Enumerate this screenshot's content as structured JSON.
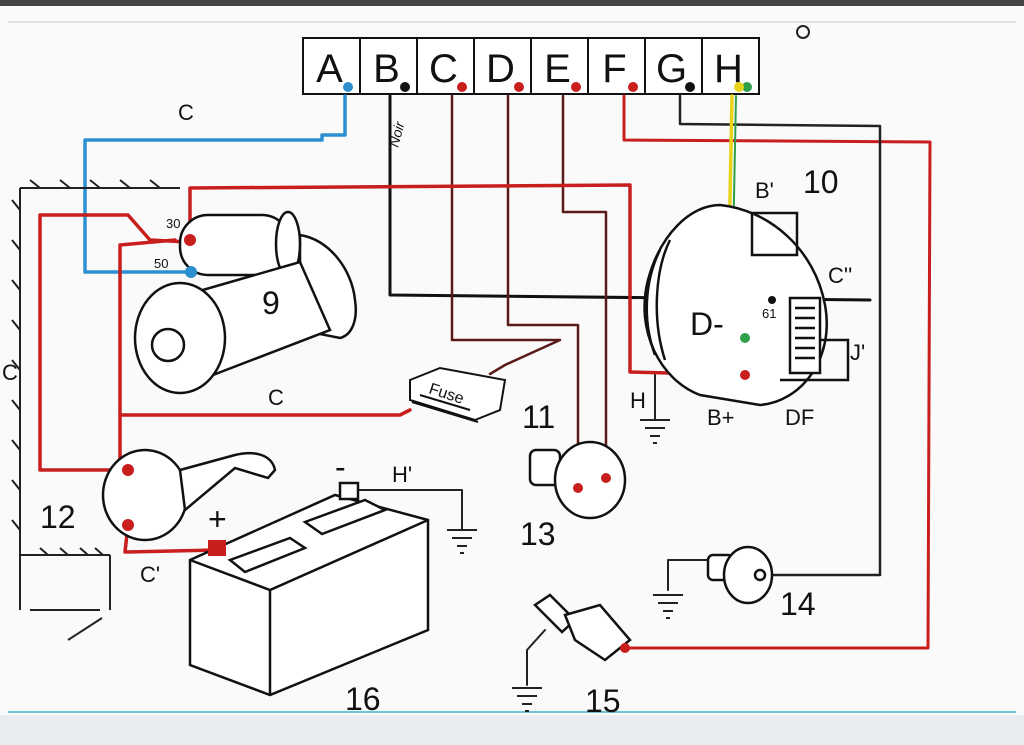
{
  "connector": {
    "pins": [
      "A",
      "B",
      "C",
      "D",
      "E",
      "F",
      "G",
      "H"
    ]
  },
  "handwriting": {
    "noir": "Noir"
  },
  "components": {
    "starter": {
      "number": "9",
      "terminal_30": "30",
      "terminal_50": "50"
    },
    "alternator": {
      "number": "10",
      "d_minus": "D-",
      "b_plus": "B+",
      "df": "DF",
      "b_prime": "B'",
      "c_double": "C''",
      "j_prime": "J'",
      "t61": "61"
    },
    "fuse_box": {
      "number": "11",
      "label": "Fuse"
    },
    "solenoid": {
      "number": "12"
    },
    "oil_sender": {
      "number": "13"
    },
    "oil_switch": {
      "number": "14"
    },
    "temp_sender": {
      "number": "15"
    },
    "battery": {
      "number": "16",
      "plus": "+",
      "minus": "-"
    }
  },
  "wire_labels": {
    "c_top": "C",
    "c_fuse": "C",
    "c_prime": "C'",
    "h_ground": "H",
    "h_prime": "H'",
    "edge_c": "C"
  },
  "wire_colors": {
    "blue": "#2b8fd0",
    "red": "#c81e1e",
    "black": "#111111",
    "yellow": "#e8d21a",
    "green": "#2fa04a"
  }
}
